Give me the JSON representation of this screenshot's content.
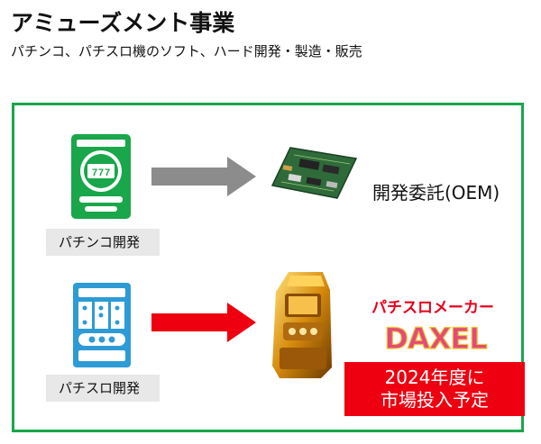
{
  "header": {
    "title": "アミューズメント事業",
    "subtitle": "パチンコ、パチスロ機のソフト、ハード開発・製造・販売"
  },
  "top_row": {
    "caption": "パチンコ開発",
    "result": "開発委託(OEM)",
    "icon": "pachinko-machine-icon",
    "arrow_color": "#8c8c8c",
    "machine_color": "#1aa64a"
  },
  "bottom_row": {
    "caption": "パチスロ開発",
    "maker_label": "パチスロメーカー",
    "logo_text": "DAXEL",
    "plan_line1": "2024年度に",
    "plan_line2": "市場投入予定",
    "icon": "pachislot-machine-icon",
    "arrow_color": "#ee0010",
    "machine_color": "#2d9bd6"
  },
  "colors": {
    "frame": "#1aa64a",
    "accent_red": "#ee0010",
    "logo_pink": "#e24b78",
    "logo_yellow": "#f2c230"
  }
}
